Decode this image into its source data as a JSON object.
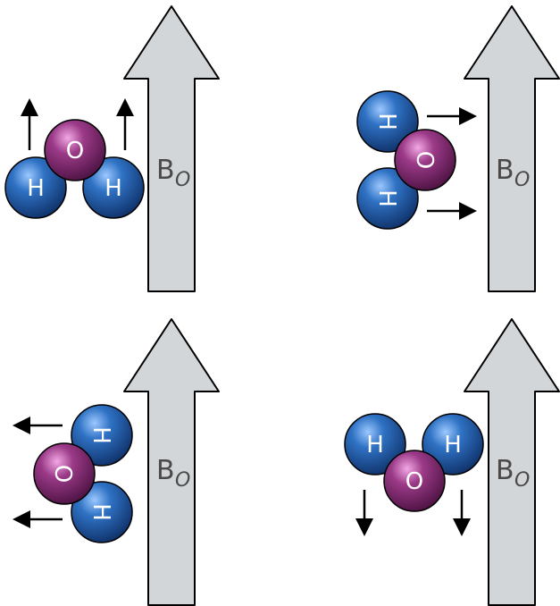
{
  "labels": {
    "hydrogen": "H",
    "oxygen": "O",
    "field_main": "B",
    "field_sub": "O"
  },
  "colors": {
    "hydrogen": "#1e5aa8",
    "oxygen": "#8a2f78",
    "field_arrow": "#d3d6d8",
    "outline": "#000000"
  },
  "panels": [
    {
      "id": "top-left",
      "orientation": "hydrogens-down",
      "dipole_direction": "up"
    },
    {
      "id": "top-right",
      "orientation": "hydrogens-left",
      "dipole_direction": "right"
    },
    {
      "id": "bottom-left",
      "orientation": "hydrogens-right",
      "dipole_direction": "left"
    },
    {
      "id": "bottom-right",
      "orientation": "hydrogens-up",
      "dipole_direction": "down"
    }
  ]
}
